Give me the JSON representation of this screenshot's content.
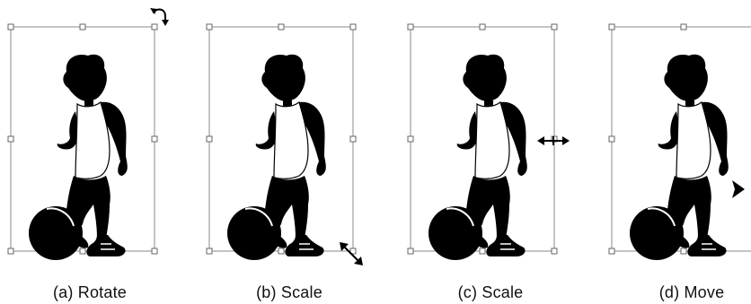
{
  "panels": [
    {
      "caption": "(a) Rotate",
      "transform_mode": "rotate",
      "cursor_icon": "rotate-cursor-icon"
    },
    {
      "caption": "(b) Scale",
      "transform_mode": "scale-corner",
      "cursor_icon": "diagonal-resize-cursor-icon"
    },
    {
      "caption": "(c) Scale",
      "transform_mode": "scale-side",
      "cursor_icon": "horizontal-resize-cursor-icon"
    },
    {
      "caption": "(d) Move",
      "transform_mode": "move",
      "cursor_icon": "move-arrow-cursor-icon"
    }
  ],
  "colors": {
    "frame": "#8a8a8a",
    "silhouette": "#000000",
    "background": "#ffffff"
  }
}
